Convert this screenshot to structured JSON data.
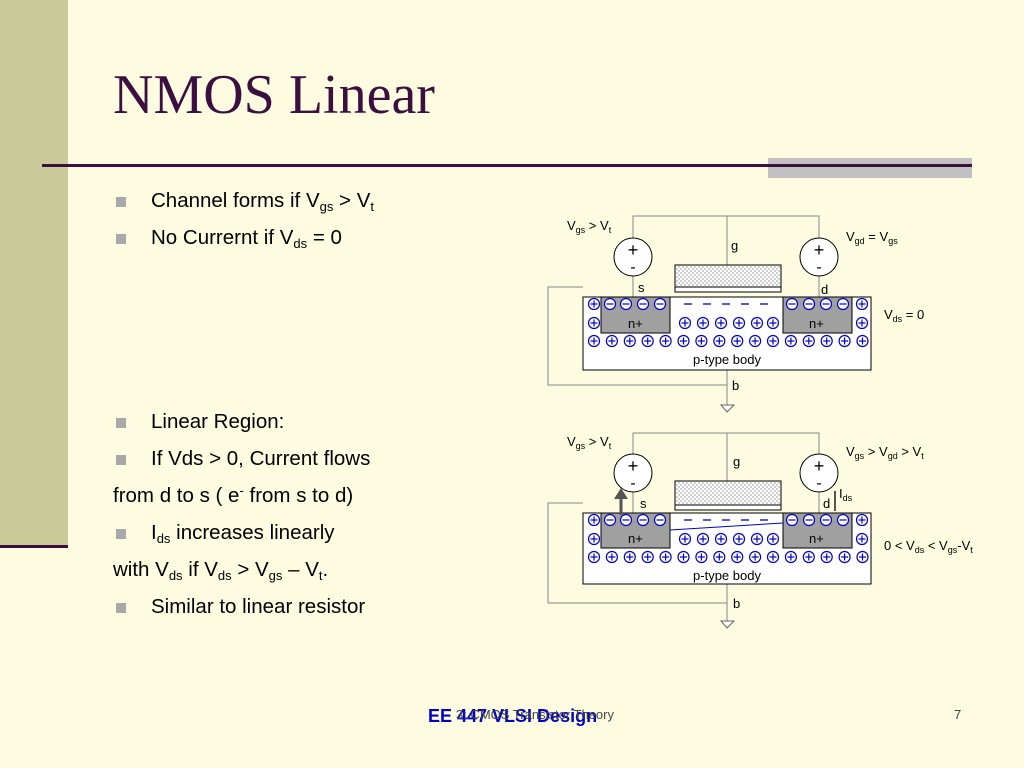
{
  "slide": {
    "title": "NMOS Linear",
    "page_number": "7",
    "footer": {
      "course": "EE 447 VLSI Design",
      "topic": "3: CMOS Transistor Theory"
    }
  },
  "bullets": {
    "b1": {
      "pre": "Channel forms if V",
      "s1": "gs",
      "mid": " > V",
      "s2": "t"
    },
    "b2": {
      "pre": "No Currernt if V",
      "s1": "ds",
      "post": " = 0"
    },
    "b3": "Linear Region:",
    "b4": "If Vds > 0, Current flows",
    "c1": {
      "pre": "from d to s ( e",
      "sup": "-",
      "post": " from s to d)"
    },
    "b5": {
      "pre": "I",
      "s1": "ds",
      "post": " increases linearly"
    },
    "c2": {
      "pre": "with V",
      "s1": "ds",
      "mid1": " if V",
      "s2": "ds",
      "mid2": " > V",
      "s3": "gs",
      "mid3": " – V",
      "s4": "t",
      "post": "."
    },
    "b6": "Similar to linear resistor"
  },
  "diagram_top": {
    "vgs": {
      "pre": "V",
      "sub": "gs",
      "post": " > V",
      "sub2": "t"
    },
    "vgd": {
      "pre": "V",
      "sub": "gd",
      "mid": " = V",
      "sub2": "gs"
    },
    "vds": {
      "pre": "V",
      "sub": "ds",
      "post": " = 0"
    },
    "gate": "g",
    "source": "s",
    "drain": "d",
    "body": "b",
    "nplus": "n+",
    "substrate": "p-type body",
    "plus": "+",
    "minus": "-"
  },
  "diagram_bottom": {
    "vgs": {
      "pre": "V",
      "sub": "gs",
      "post": " > V",
      "sub2": "t"
    },
    "vcond": {
      "pre": "V",
      "sub": "gs",
      "mid1": " > V",
      "sub2": "gd",
      "mid2": " > V",
      "sub3": "t"
    },
    "vds": {
      "pre": "0 < V",
      "sub": "ds",
      "mid": " < V",
      "sub2": "gs",
      "mid2": "-V",
      "sub3": "t"
    },
    "ids": {
      "pre": "I",
      "sub": "ds"
    },
    "gate": "g",
    "source": "s",
    "drain": "d",
    "body": "b",
    "nplus": "n+",
    "substrate": "p-type body",
    "plus": "+",
    "minus": "-"
  },
  "colors": {
    "title": "#3b1041",
    "sidebar": "#cbcb9a",
    "background": "#fdfce0",
    "charge": "#0000cc",
    "nplus": "#a0a0a0",
    "footer_course": "#0000cc"
  }
}
